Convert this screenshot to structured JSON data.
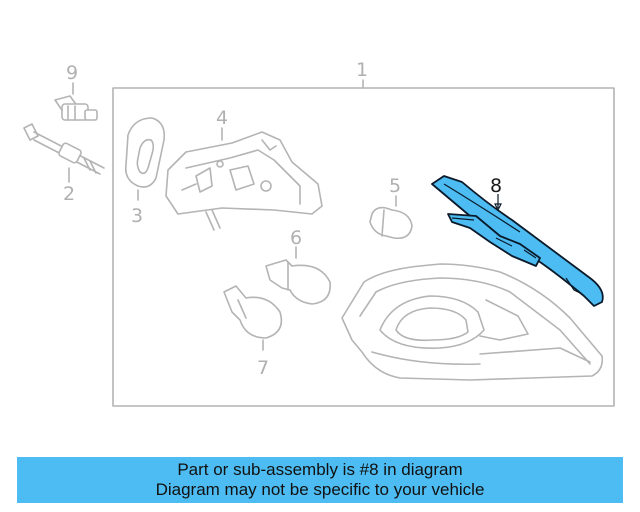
{
  "diagram": {
    "callouts": {
      "c1": "1",
      "c2": "2",
      "c3": "3",
      "c4": "4",
      "c5": "5",
      "c6": "6",
      "c7": "7",
      "c8": "8",
      "c9": "9"
    },
    "highlight_color": "#4cbcf2",
    "highlighted_part": "8"
  },
  "banner": {
    "line1": "Part or sub-assembly is #8 in diagram",
    "line2": "Diagram may not be specific to your vehicle",
    "background": "#4cbcf2"
  }
}
